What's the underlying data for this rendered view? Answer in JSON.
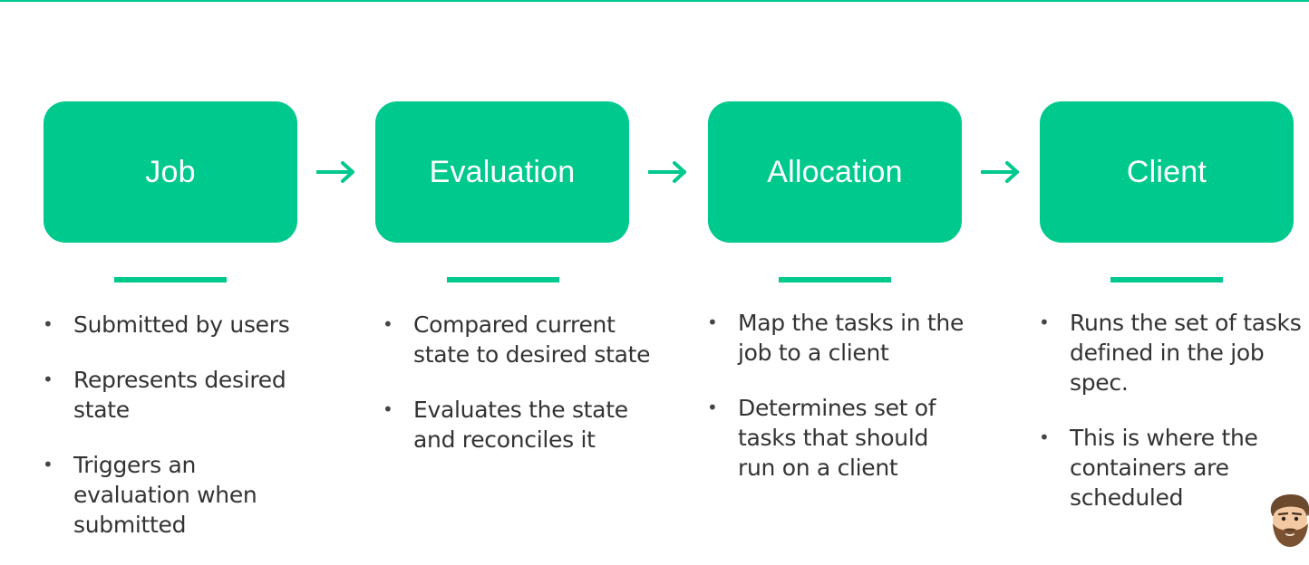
{
  "stages": [
    {
      "title": "Job",
      "bullets": [
        "Submitted by users",
        "Represents desired state",
        "Triggers an evaluation when submitted"
      ]
    },
    {
      "title": "Evaluation",
      "bullets": [
        "Compared current state to desired state",
        "Evaluates the state and reconciles it"
      ]
    },
    {
      "title": "Allocation",
      "bullets": [
        "Map the tasks in the job to a client",
        "Determines set of tasks that should run on a client"
      ]
    },
    {
      "title": "Client",
      "bullets": [
        "Runs the set of tasks defined in the job spec.",
        "This is where the containers are scheduled"
      ]
    }
  ],
  "colors": {
    "accent": "#00c98e",
    "text": "#333333"
  },
  "icons": {
    "arrow": "arrow-right-icon",
    "avatar": "bearded-man-avatar-icon"
  }
}
